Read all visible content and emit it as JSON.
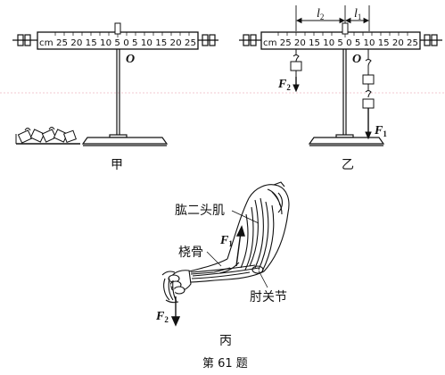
{
  "apparatus_left": {
    "scale_label": "cm 25 20 15 10 5 0 5 10 15 20 25",
    "pivot_label": "O",
    "caption": "甲"
  },
  "apparatus_right": {
    "scale_label": "cm 25 20 15 10 5 0 5 10 15 20 25",
    "pivot_label": "O",
    "arm_left_label": "l",
    "arm_left_sub": "2",
    "arm_right_label": "l",
    "arm_right_sub": "1",
    "force_left_label": "F",
    "force_left_sub": "2",
    "force_right_label": "F",
    "force_right_sub": "1",
    "caption": "乙"
  },
  "arm_figure": {
    "biceps_label": "肱二头肌",
    "radius_label": "桡骨",
    "elbow_label": "肘关节",
    "force_up_label": "F",
    "force_up_sub": "1",
    "force_down_label": "F",
    "force_down_sub": "2",
    "caption": "丙"
  },
  "question_label": "第 61 题"
}
